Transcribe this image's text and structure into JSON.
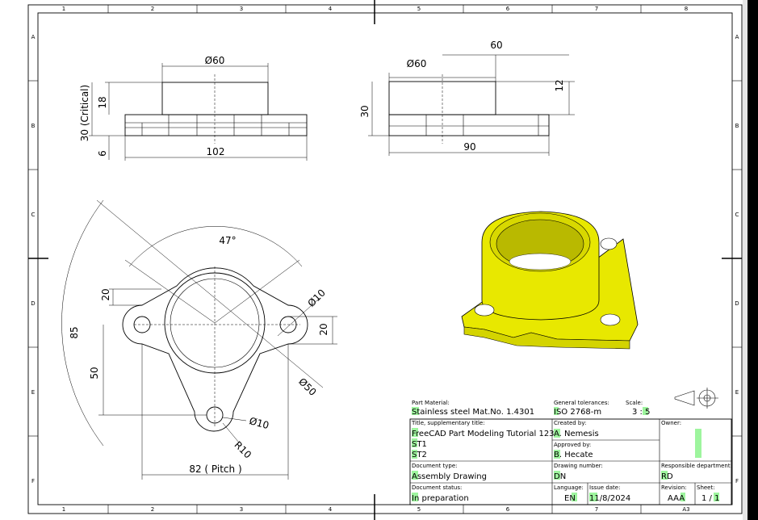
{
  "zones": {
    "columns": [
      "1",
      "2",
      "3",
      "4",
      "5",
      "6",
      "7",
      "8"
    ],
    "rows": [
      "A",
      "B",
      "C",
      "D",
      "E",
      "F"
    ]
  },
  "dimensions": {
    "front": {
      "d60": "Ø60",
      "h18": "18",
      "h30crit": "30 (Critical)",
      "h6": "6",
      "w102": "102"
    },
    "side": {
      "w60": "60",
      "d60": "Ø60",
      "h12": "12",
      "h30": "30",
      "w90": "90"
    },
    "top": {
      "a47": "47°",
      "h20a": "20",
      "d10a": "Ø10",
      "h20b": "20",
      "r85": "85",
      "h50": "50",
      "d50": "Ø50",
      "d10b": "Ø10",
      "r10": "R10",
      "pitch": "82 ( Pitch )"
    }
  },
  "title_block": {
    "material_label": "Part Material:",
    "material_value": "Stainless steel Mat.No. 1.4301",
    "tolerance_label": "General tolerances:",
    "tolerance_value": "ISO 2768-m",
    "scale_label": "Scale:",
    "scale_value": "3 : 5",
    "title_label": "Title, supplementary title:",
    "title_line1": "FreeCAD Part Modeling Tutorial 123",
    "title_line2": "ST1",
    "title_line3": "ST2",
    "created_label": "Created by:",
    "created_value": "A. Nemesis",
    "approved_label": "Approved by:",
    "approved_value": "B. Hecate",
    "owner_label": "Owner:",
    "doctype_label": "Document type:",
    "doctype_value": "Assembly Drawing",
    "drawno_label": "Drawing number:",
    "drawno_value": "DN",
    "dept_label": "Responsible department:",
    "dept_value": "RD",
    "status_label": "Document status:",
    "status_value": "In preparation",
    "language_label": "Language:",
    "language_value": "EN",
    "issue_label": "Issue date:",
    "issue_value": "11/8/2024",
    "revision_label": "Revision:",
    "revision_value": "AAA",
    "sheet_label": "Sheet:",
    "sheet_value": "1 / 1",
    "format_value": "A3"
  },
  "colors": {
    "part_fill": "#e8e800",
    "part_dark": "#7a7a00",
    "edit_highlight": "#9ef59e"
  }
}
